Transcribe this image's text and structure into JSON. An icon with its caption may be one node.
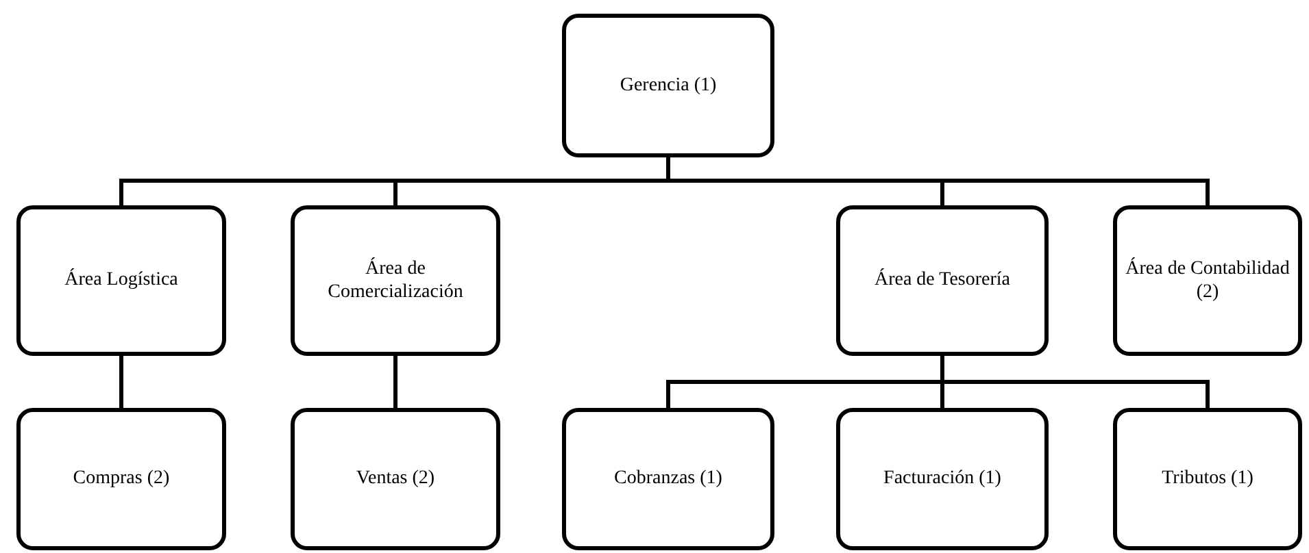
{
  "diagram": {
    "nodes": [
      {
        "text": [
          "Gerencia (1)"
        ]
      },
      {
        "text": [
          "Área Logística"
        ]
      },
      {
        "text": [
          "Área de Comercialización"
        ]
      },
      {
        "text": [
          "Área de Tesorería"
        ]
      },
      {
        "text": [
          "Área de Contabilidad (2)"
        ]
      },
      {
        "text": [
          "Compras (2)"
        ]
      },
      {
        "text": [
          "Ventas (2)"
        ]
      },
      {
        "text": [
          "Cobranzas (1)"
        ]
      },
      {
        "text": [
          "Facturación (1)"
        ]
      },
      {
        "text": [
          "Tributos (1)"
        ]
      }
    ],
    "edges": [
      {
        "from": 0,
        "to": 1,
        "arrow": "none"
      },
      {
        "from": 0,
        "to": 2,
        "arrow": "none"
      },
      {
        "from": 0,
        "to": 3,
        "arrow": "none"
      },
      {
        "from": 0,
        "to": 4,
        "arrow": "none"
      },
      {
        "from": 1,
        "to": 5,
        "arrow": "none"
      },
      {
        "from": 2,
        "to": 6,
        "arrow": "none"
      },
      {
        "from": 3,
        "to": 7,
        "arrow": "none"
      },
      {
        "from": 3,
        "to": 8,
        "arrow": "none"
      },
      {
        "from": 3,
        "to": 9,
        "arrow": "none"
      }
    ]
  }
}
